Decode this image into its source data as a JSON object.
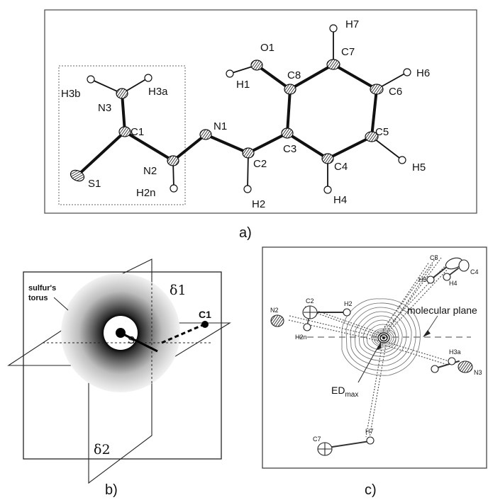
{
  "panel_a": {
    "caption": "a)",
    "atoms": {
      "O1": "O1",
      "H7": "H7",
      "C7": "C7",
      "C8": "C8",
      "H1": "H1",
      "H6": "H6",
      "C6": "C6",
      "H3b": "H3b",
      "H3a": "H3a",
      "N3": "N3",
      "N1": "N1",
      "C1": "C1",
      "C3": "C3",
      "C5": "C5",
      "N2": "N2",
      "C2": "C2",
      "S1": "S1",
      "C4": "C4",
      "H5": "H5",
      "H2n": "H2n",
      "H2": "H2",
      "H4": "H4"
    }
  },
  "panel_b": {
    "caption": "b)",
    "torus_label_1": "sulfur's",
    "torus_label_2": "torus",
    "plane_1": "δ1",
    "plane_2": "δ2",
    "atom_c": "C1",
    "atom_s": "S"
  },
  "panel_c": {
    "caption": "c)",
    "molecular_plane": "molecular plane",
    "ed_main": "ED",
    "ed_sub": "max",
    "atoms": {
      "C5": "C5",
      "C4": "C4",
      "H5": "H5",
      "H4": "H4",
      "C2": "C2",
      "H2": "H2",
      "N2": "N2",
      "H2n": "H2n",
      "H3a": "H3a",
      "N3": "N3",
      "C7": "C7",
      "H7": "H7"
    }
  },
  "colors": {
    "line": "#111111",
    "frame": "#444444",
    "torus_light": "#f0f0f0",
    "torus_dark": "#3a3a3a"
  }
}
